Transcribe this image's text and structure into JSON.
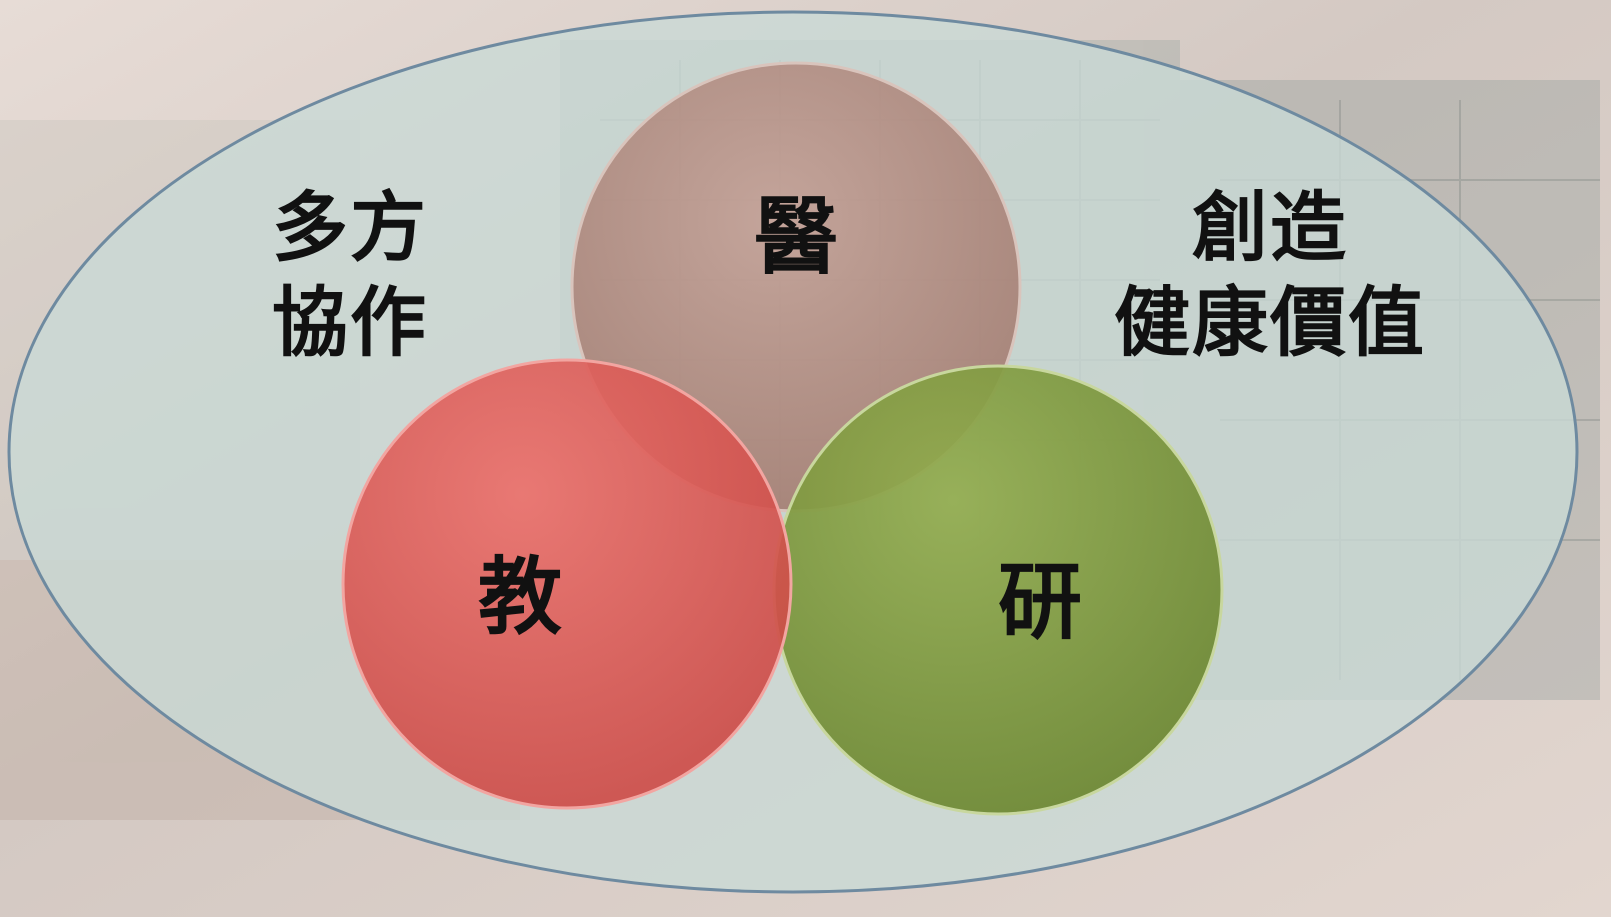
{
  "diagram": {
    "left_text": [
      "多方",
      "協作"
    ],
    "right_text": [
      "創造",
      "健康價值"
    ],
    "circles": {
      "top": "醫",
      "bottom_left": "教",
      "bottom_right": "研"
    }
  },
  "colors": {
    "ellipse_fill": "#c9dad6",
    "ellipse_stroke": "#6e8aa0",
    "circle_top": "#b08378",
    "circle_left": "#df5a56",
    "circle_right": "#7f9a3e",
    "background_tint": "#d9c7bf"
  },
  "icons": [
    "photo-background"
  ]
}
